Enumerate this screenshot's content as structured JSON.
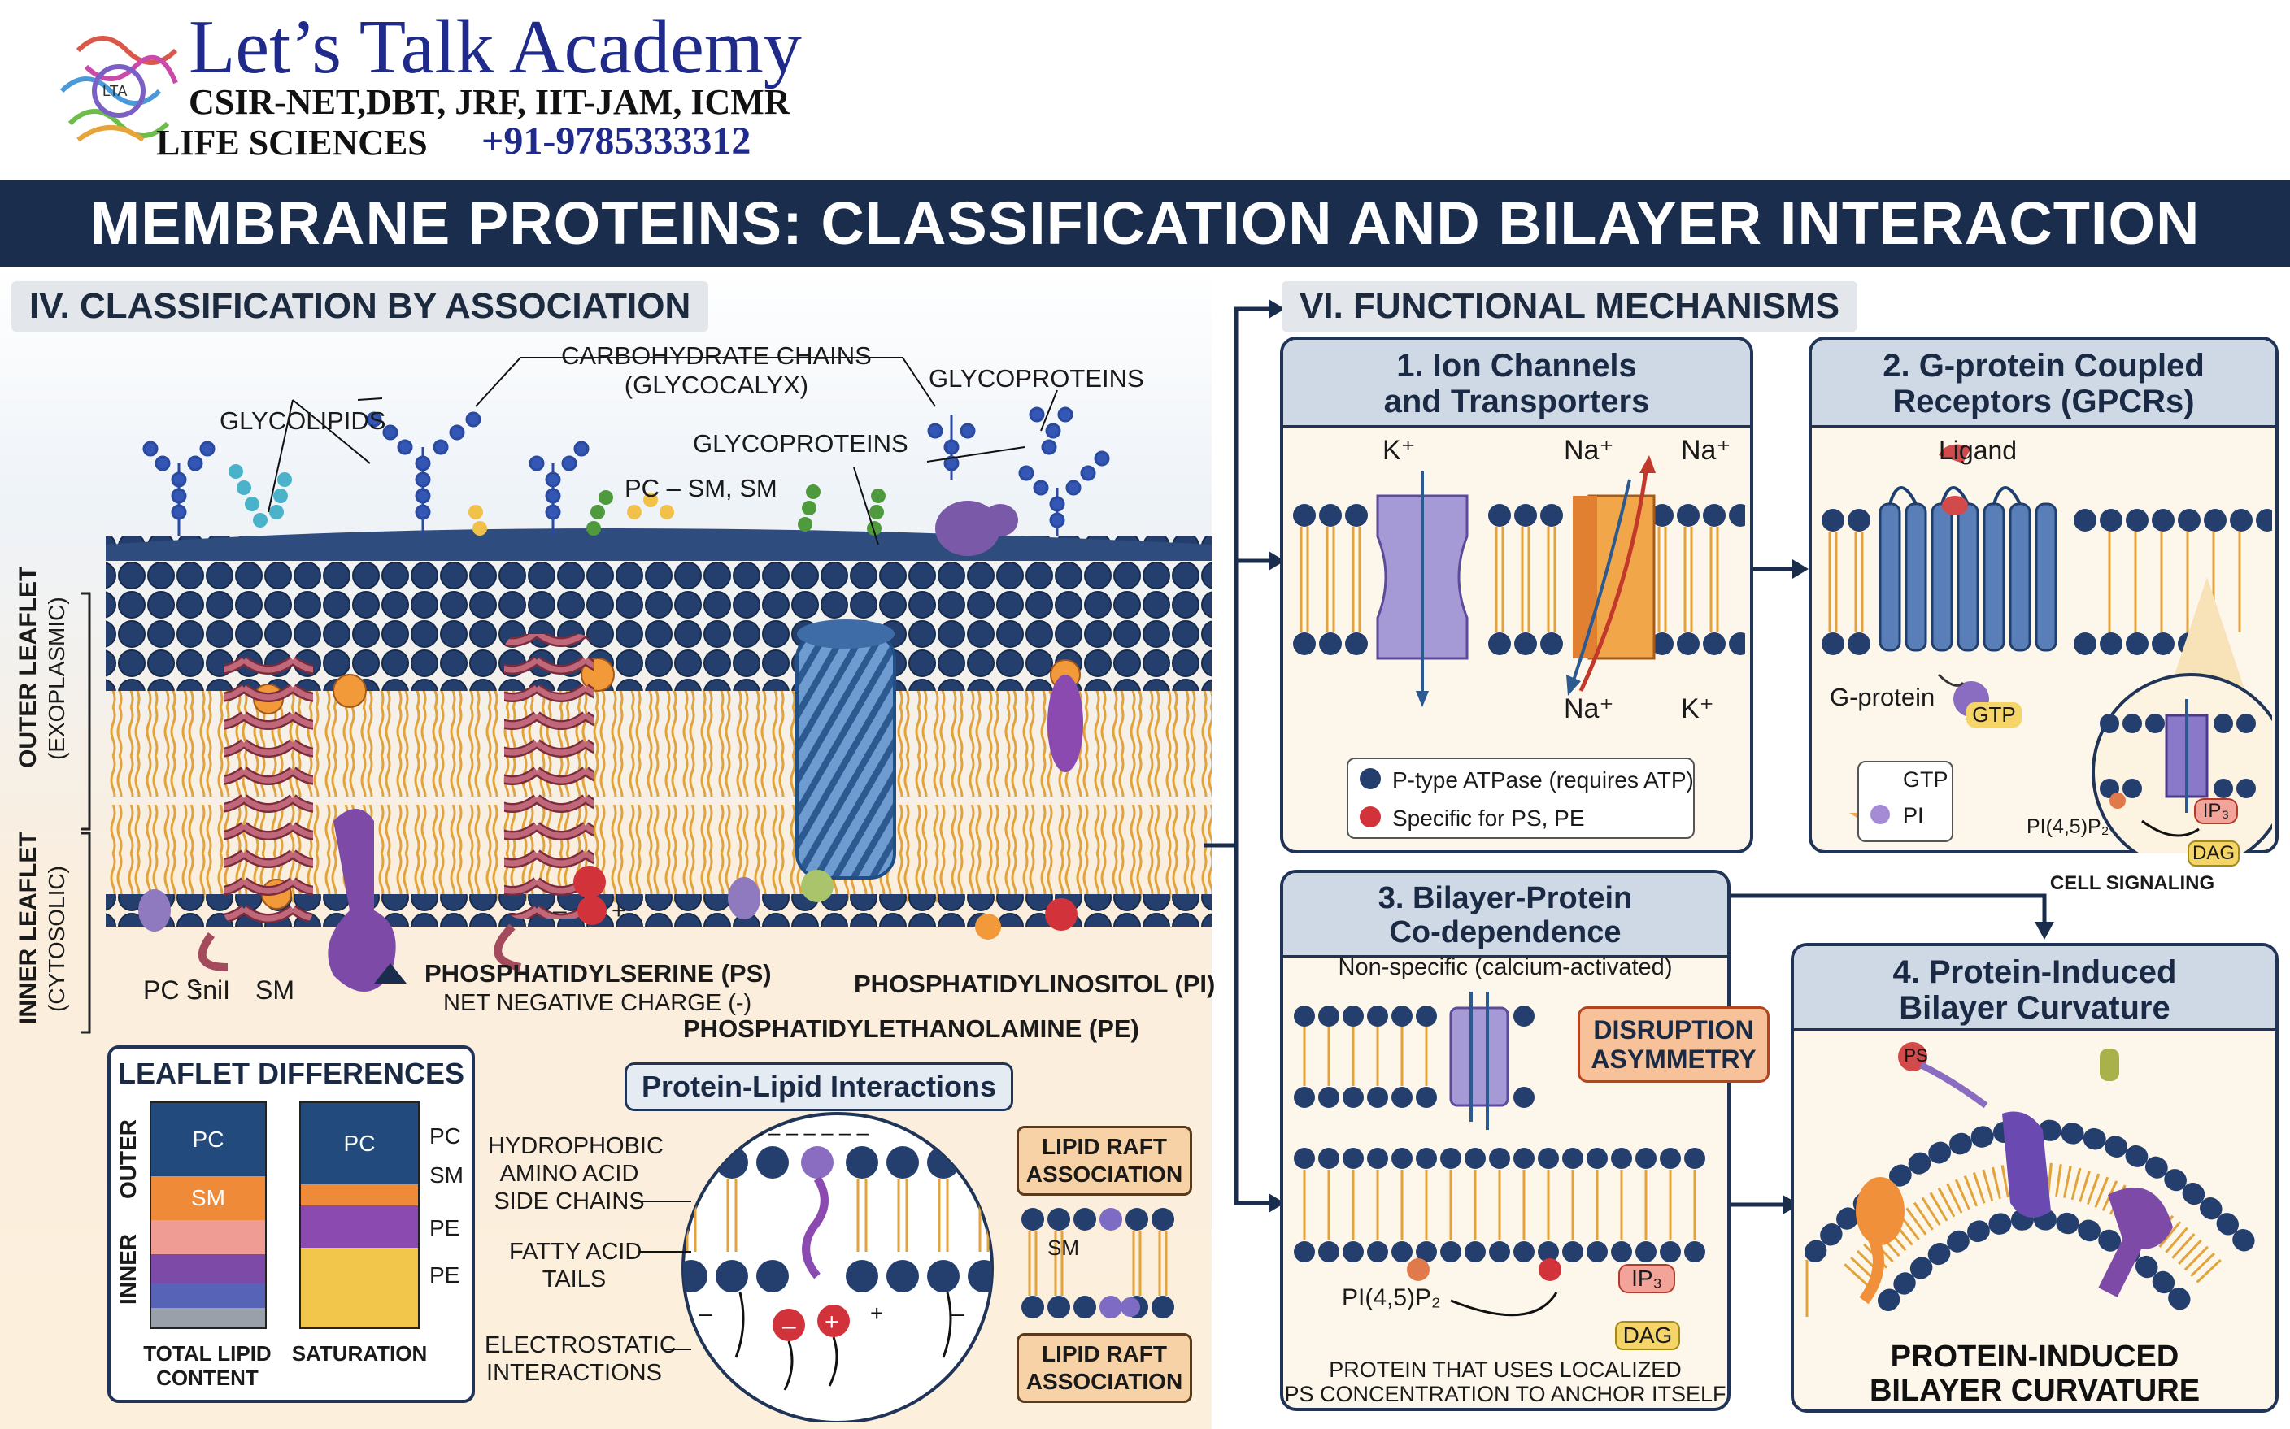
{
  "header": {
    "brand_name": "Let’s Talk Academy",
    "exams": "CSIR-NET,DBT, JRF, IIT-JAM, ICMR",
    "subject": "LIFE SCIENCES",
    "phone": "+91-9785333312",
    "logo_text": "LTA",
    "main_title": "MEMBRANE PROTEINS: CLASSIFICATION AND BILAYER INTERACTION"
  },
  "classification": {
    "heading": "IV. CLASSIFICATION BY ASSOCIATION",
    "carbohydrate_label": "CARBOHYDRATE CHAINS\n(GLYCOCALYX)",
    "glycolipids": "GLYCOLIPIDS",
    "glycoproteins_top": "GLYCOPROTEINS",
    "glycoproteins_mid": "GLYCOPROTEINS",
    "pc_sm": "PC – SM, SM",
    "outer_leaflet": "OUTER LEAFLET",
    "outer_leaflet_sub": "(EXOPLASMIC)",
    "inner_leaflet": "INNER LEAFLET",
    "inner_leaflet_sub": "(CYTOSOLIC)",
    "pc_snil": "PC ᏕniI",
    "sm": "SM",
    "ps_label": "PHOSPHATIDYLSERINE (PS)",
    "ps_sub": "NET NEGATIVE CHARGE (-)",
    "pe_label": "PHOSPHATIDYLETHANOLAMINE (PE)",
    "pi_label": "PHOSPHATIDYLINOSITOL (PI)"
  },
  "leaflet_differences": {
    "title": "LEAFLET DIFFERENCES",
    "outer": "OUTER",
    "inner": "INNER",
    "col1_pc": "PC",
    "col1_sm": "SM",
    "col2_pc": "PC",
    "side_pc": "PC",
    "side_sm": "SM",
    "side_pe1": "PE",
    "side_pe2": "PE",
    "footer1": "TOTAL LIPID\nCONTENT",
    "footer2": "SATURATION"
  },
  "protein_lipid": {
    "title": "Protein-Lipid Interactions",
    "hydrophobic": "HYDROPHOBIC\nAMINO ACID\nSIDE CHAINS",
    "fatty_acid": "FATTY ACID\nTAILS",
    "electrostatic": "ELECTROSTATIC\nINTERACTIONS",
    "raft_top": "LIPID RAFT\nASSOCIATION",
    "raft_bottom": "LIPID RAFT\nASSOCIATION",
    "raft_sm": "SM"
  },
  "functional": {
    "heading": "VI. FUNCTIONAL MECHANISMS",
    "ion": {
      "title": "1. Ion Channels\nand Transporters",
      "k_top": "K⁺",
      "na_top1": "Na⁺",
      "na_top2": "Na⁺",
      "na_bottom": "Na⁺",
      "k_bottom": "K⁺",
      "legend1": "P-type ATPase (requires ATP)",
      "legend2": "Specific for PS, PE"
    },
    "gpcr": {
      "title": "2. G-protein Coupled\nReceptors (GPCRs)",
      "ligand": "Ligand",
      "gprotein": "G-protein",
      "gtp": "GTP",
      "legend_gtp": "GTP",
      "legend_pi": "PI",
      "pip2": "PI(4,5)P₂",
      "ip3": "IP₃",
      "dag": "DAG",
      "cell_signaling": "CELL SIGNALING"
    },
    "bilayer": {
      "title": "3. Bilayer-Protein\nCo-dependence",
      "subtitle": "Non-specific (calcium-activated)",
      "disruption": "DISRUPTION\nASYMMETRY",
      "pip2": "PI(4,5)P₂",
      "ip3": "IP₃",
      "dag": "DAG",
      "footer": "PROTEIN THAT USES LOCALIZED\nPS CONCENTRATION TO ANCHOR ITSELF"
    },
    "curvature": {
      "title": "4. Protein-Induced\nBilayer Curvature",
      "ps": "PS",
      "footer": "PROTEIN-INDUCED\nBILAYER CURVATURE"
    }
  },
  "colors": {
    "navy": "#1b2d4d",
    "head_blue": "#233b8c",
    "lipid_head": "#243f6e",
    "tail": "#e2a33a",
    "helix": "#b5586a",
    "barrel": "#5f8ec4",
    "purple": "#8a6cc0",
    "orange": "#f0903a",
    "red": "#d23a3a",
    "cream": "#fdf3e1"
  },
  "icons": [
    "lta-logo-icon",
    "arrow-right-icon",
    "ion-channel-icon",
    "gpcr-receptor-icon"
  ]
}
